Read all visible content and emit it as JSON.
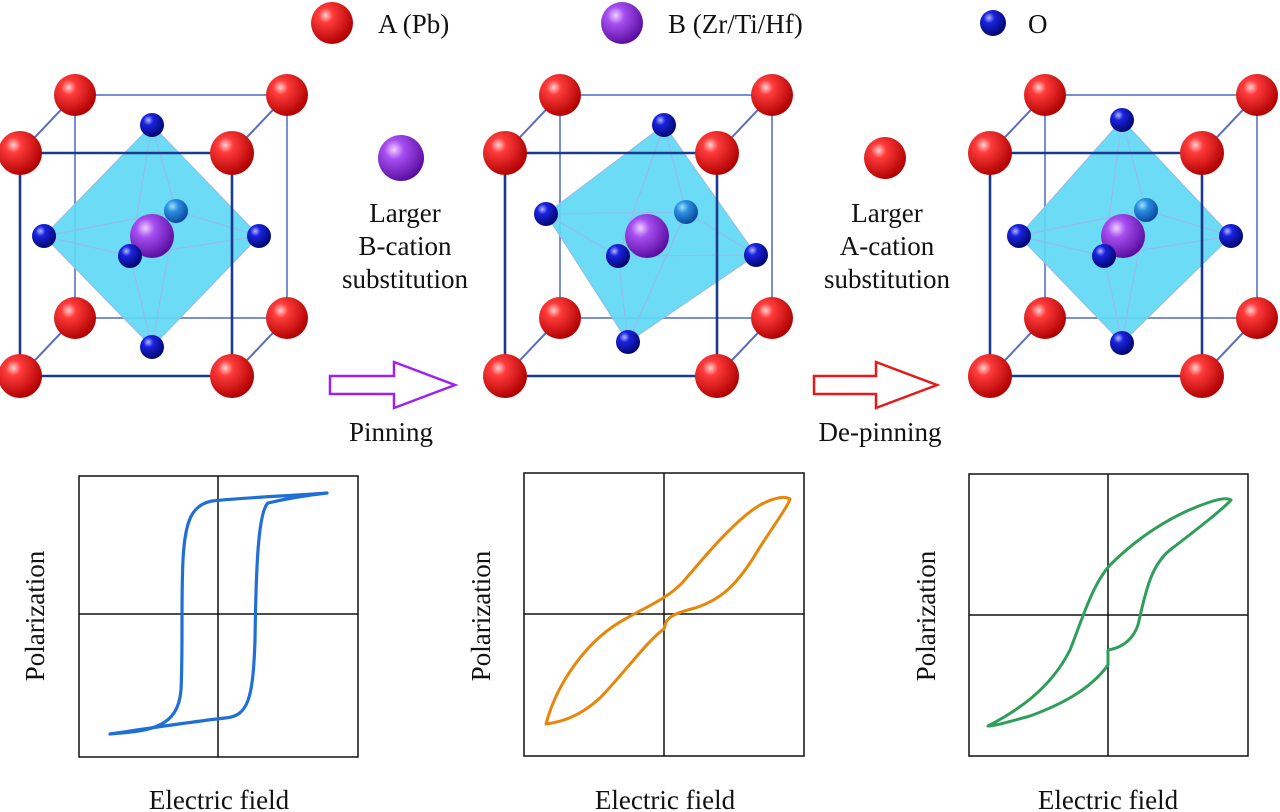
{
  "legend": {
    "a_site": "A (Pb)",
    "b_site": "B (Zr/Ti/Hf)",
    "oxygen": "O"
  },
  "steps": [
    {
      "label_lines": [
        "Larger",
        "B-cation",
        "substitution"
      ],
      "arrow_text": "Pinning",
      "ion": "B",
      "arrow_color": "#a020f0"
    },
    {
      "label_lines": [
        "Larger",
        "A-cation",
        "substitution"
      ],
      "arrow_text": "De-pinning",
      "ion": "A",
      "arrow_color": "#e41a1c"
    }
  ],
  "crystals": [
    {
      "name": "unit-cell-initial",
      "octahedron_tilt": "none"
    },
    {
      "name": "unit-cell-pinned",
      "octahedron_tilt": "rotated"
    },
    {
      "name": "unit-cell-depinned",
      "octahedron_tilt": "none"
    }
  ],
  "loops": [
    {
      "name": "loop-normal",
      "shape": "square hysteresis loop",
      "color": "#1f6fd6",
      "xlabel": "Electric field",
      "ylabel": "Polarization"
    },
    {
      "name": "loop-pinned",
      "shape": "pinched hysteresis loop",
      "color": "#e8860c",
      "xlabel": "Electric field",
      "ylabel": "Polarization"
    },
    {
      "name": "loop-depinned",
      "shape": "partially pinched hysteresis loop",
      "color": "#2f9e5a",
      "xlabel": "Electric field",
      "ylabel": "Polarization"
    }
  ],
  "colors": {
    "a_ion": "#e8161b",
    "b_ion": "#9b30e0",
    "o_ion": "#1010c8",
    "octahedron": "#5fd8f5",
    "cell_edge": "#1b3a8c"
  }
}
